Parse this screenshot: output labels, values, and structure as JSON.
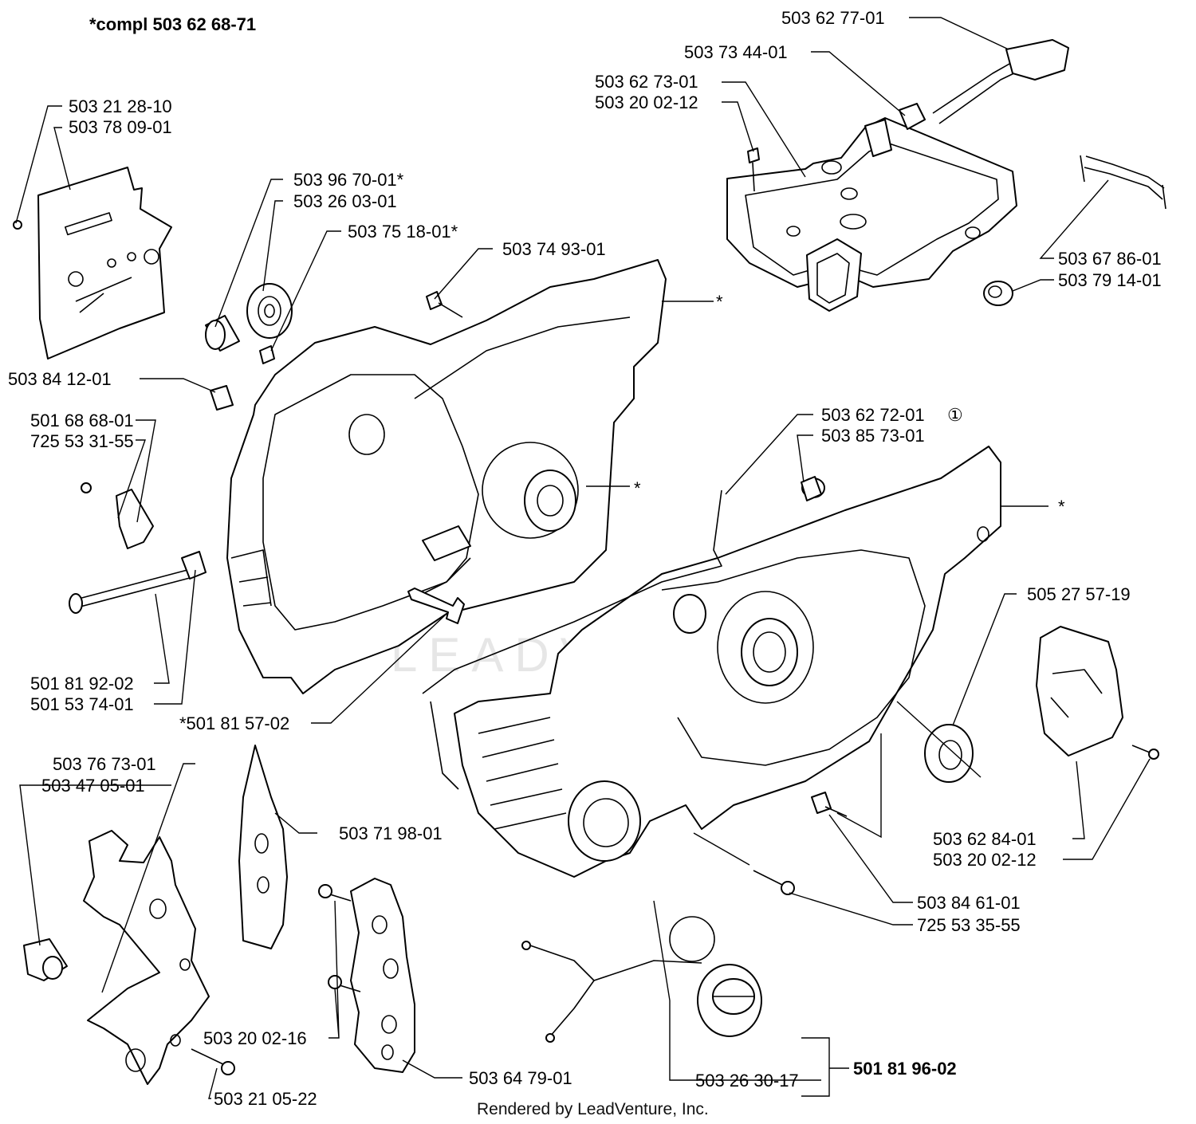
{
  "header": {
    "compl_note": "*compl 503 62 68-71"
  },
  "labels": {
    "p503622777": "503 62 77-01",
    "p503734401": "503 73 44-01",
    "p503627301": "503 62 73-01",
    "p503200212a": "503 20 02-12",
    "p503212810": "503 21 28-10",
    "p503780901": "503 78 09-01",
    "p503967001": "503 96 70-01*",
    "p503260301": "503 26 03-01",
    "p503751801": "503 75 18-01*",
    "p503749301": "503 74 93-01",
    "p503678601": "503 67 86-01",
    "p503791401": "503 79 14-01",
    "p503841201": "503 84 12-01",
    "p501686801": "501 68 68-01",
    "p725533155": "725 53 31-55",
    "p503627201": "503 62 72-01",
    "p503857301": "503 85 73-01",
    "p505275719": "505 27 57-19",
    "p501819202": "501 81 92-02",
    "p501537401": "501 53 74-01",
    "p501815702": "*501 81 57-02",
    "p503767301": "503 76 73-01",
    "p503470501": "503 47 05-01",
    "p503719801": "503 71 98-01",
    "p503628401": "503 62 84-01",
    "p503200212b": "503 20 02-12",
    "p503846101": "503 84 61-01",
    "p725533555": "725 53 35-55",
    "p503200216": "503 20 02-16",
    "p503647901": "503 64 79-01",
    "p503211522": "503 21 05-22",
    "p503263017": "503 26 30-17",
    "p501819602": "501 81 96-02",
    "circled_one": "①",
    "star1": "*",
    "star2": "*",
    "star3": "*"
  },
  "footer": {
    "rendered_by": "Rendered by LeadVenture, Inc."
  },
  "watermark": {
    "text": "LEADVENTURE"
  }
}
